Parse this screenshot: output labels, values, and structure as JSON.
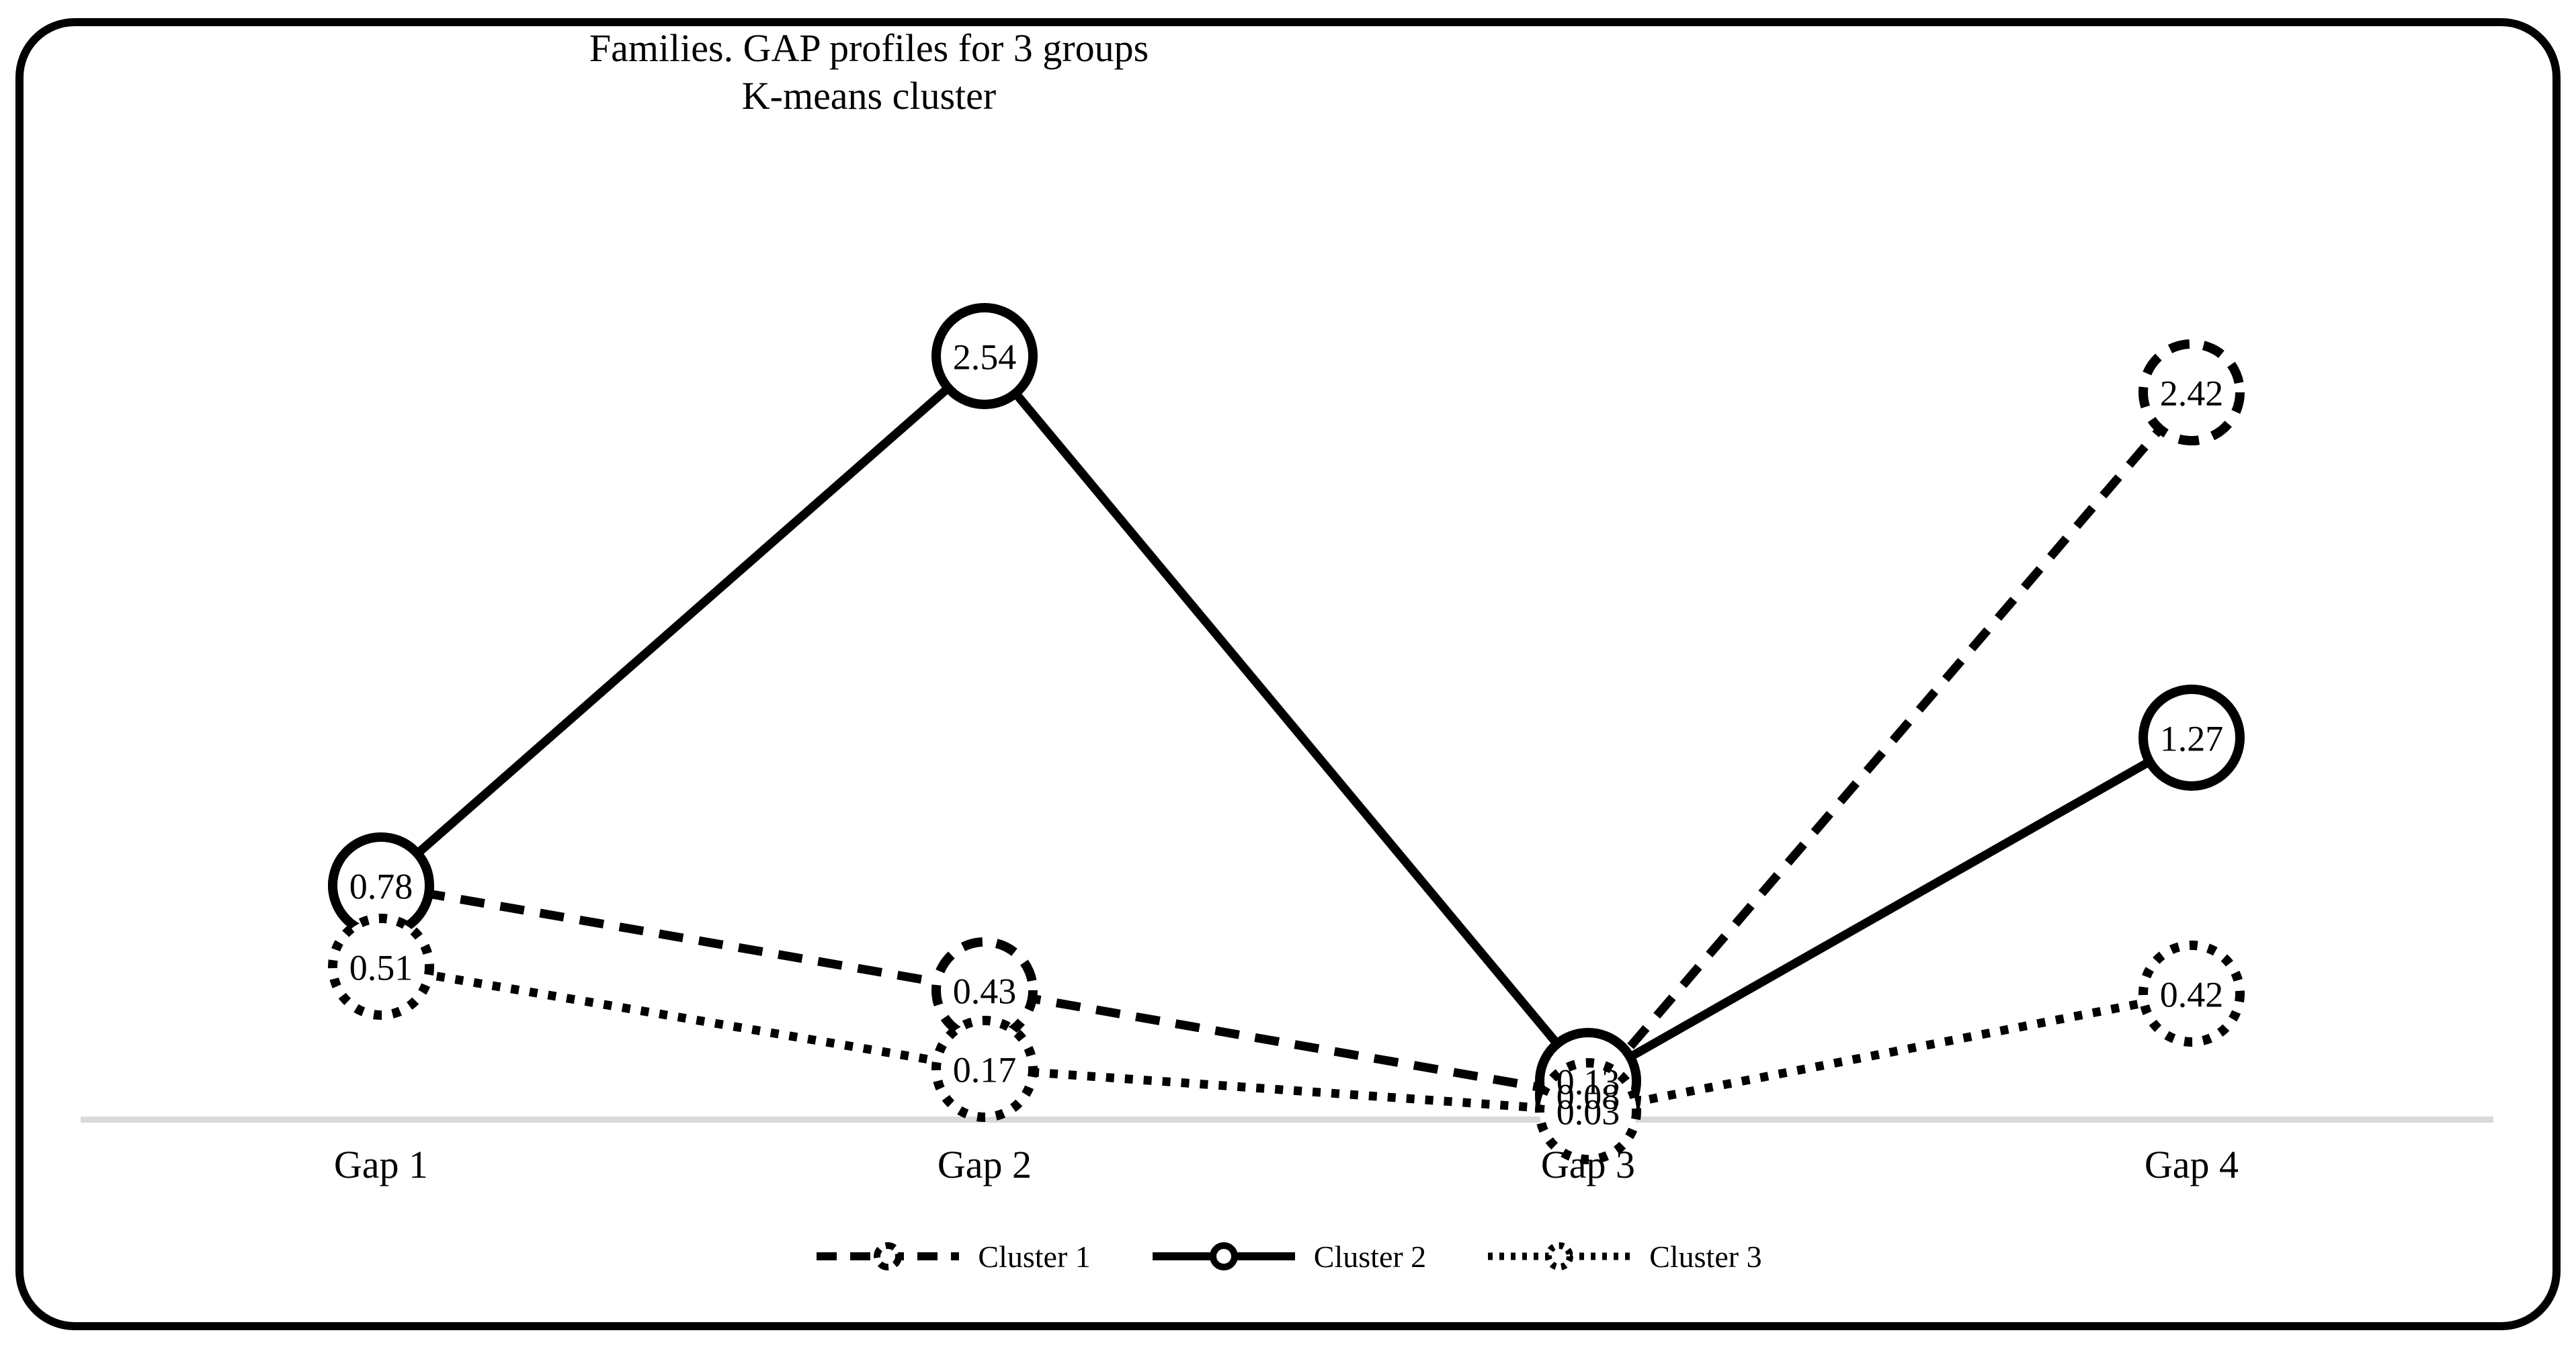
{
  "title": {
    "line1": "Families. GAP profiles for 3 groups",
    "line2": "K-means cluster"
  },
  "chart_data": {
    "type": "line",
    "title": "Families. GAP profiles for 3 groups",
    "subtitle": "K-means cluster",
    "categories": [
      "Gap 1",
      "Gap 2",
      "Gap 3",
      "Gap 4"
    ],
    "series": [
      {
        "name": "Cluster 1",
        "line_style": "dashed",
        "values": [
          0.78,
          0.43,
          0.08,
          2.42
        ],
        "point_labels": [
          "",
          "0.43",
          "0.08",
          "2.42"
        ]
      },
      {
        "name": "Cluster 2",
        "line_style": "solid",
        "values": [
          0.78,
          2.54,
          0.13,
          1.27
        ],
        "point_labels": [
          "0.78",
          "2.54",
          "0.13",
          "1.27"
        ]
      },
      {
        "name": "Cluster 3",
        "line_style": "dotted",
        "values": [
          0.51,
          0.17,
          0.03,
          0.42
        ],
        "point_labels": [
          "0.51",
          "0.17",
          "0.03",
          "0.42"
        ]
      }
    ],
    "ylim": [
      0,
      2.8
    ],
    "grid": false,
    "baseline": 0,
    "legend_position": "bottom"
  },
  "legend": {
    "items": [
      {
        "label": "Cluster 1",
        "style": "dashed"
      },
      {
        "label": "Cluster 2",
        "style": "solid"
      },
      {
        "label": "Cluster 3",
        "style": "dotted"
      }
    ]
  },
  "colors": {
    "ink": "#000000",
    "baseline_line": "#d9d9d9",
    "background": "#ffffff"
  }
}
